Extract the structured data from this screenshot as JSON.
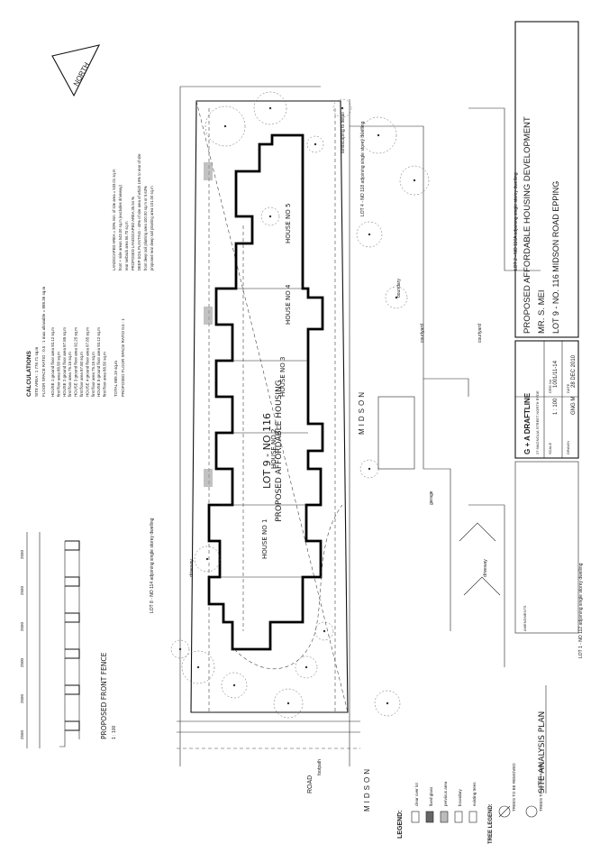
{
  "drawing": {
    "north_label": "NORTH",
    "street_name": "MIDSON",
    "road_label": "ROAD",
    "lot_main": "LOT 9 - NO 116",
    "lot_main_sub": "PROPOSED AFFORDABLE HOUSING",
    "houses": [
      "HOUSE NO 1",
      "HOUSE NO 2",
      "HOUSE NO 3",
      "HOUSE NO 4",
      "HOUSE NO 5"
    ],
    "neighbours": [
      "LOT 8 - NO 114 adjoining single storey dwelling",
      "LOT 4 - NO 118 adjoining single storey dwelling",
      "LOT 2 - NO 116A adjoining single storey dwelling",
      "LOT 1 - NO 112 adjoining single storey dwelling"
    ],
    "notes": [
      "driveway",
      "courtyard",
      "garage",
      "boundary",
      "landscaping to detail",
      "footpath"
    ]
  },
  "calculations": {
    "heading": "CALCULATIONS",
    "site_area": "SITE AREA : 1 776.71 sq.m",
    "floor_space": "FLOOR SPACE RATIO : 0.5 : 1 max allowable = 888.36 sq.m",
    "rows": [
      "HOUSE 1   ground floor area   93.12 sq.m",
      "          first floor area    88.50 sq.m",
      "HOUSE 2   ground floor area   87.85 sq.m",
      "          first floor area    75.15 sq.m",
      "HOUSE 3   ground floor area   92.25 sq.m",
      "          first floor area    87.50 sq.m",
      "HOUSE 4   ground floor area   87.85 sq.m",
      "          first floor area    75.15 sq.m",
      "HOUSE 5   ground floor area   93.12 sq.m",
      "          first floor area    88.50 sq.m"
    ],
    "total": "TOTAL   889.19 sq.m",
    "proposed_fsr": "PROPOSED FLOOR SPACE RATIO   0.5 : 1"
  },
  "landscaping": {
    "rows": [
      "LANDSCAPED AREA = 30% min. of site area = 533.01 sq.m",
      "front + side areas   543.00 sq.m (excludes driveway)",
      "rear setback area    56.70 sq.m",
      "PROPOSED LANDSCAPED AREA   35.54 %",
      "DEEP SOIL PLANTING - 40% of site area of which 15% to rear of site",
      "front deep soil planting area  100.00 sq.m or 5.63%",
      "proposed rear deep soil planting area  101.00 sq.m"
    ]
  },
  "fence_detail": {
    "title": "PROPOSED FRONT FENCE",
    "scale": "1 : 100",
    "dims": [
      "2550",
      "2550",
      "2500",
      "2550",
      "2550",
      "2550"
    ]
  },
  "legend": {
    "heading": "LEGEND:",
    "items": [
      "clear over lot",
      "fixed glass",
      "pervious area",
      "boundary",
      "existing trees"
    ],
    "tree_heading": "TREE LEGEND:",
    "tree_items": [
      "TREES TO BE REMOVED",
      "TREES TO BE RETAINED"
    ]
  },
  "titleblock": {
    "project": "PROPOSED AFFORDABLE HOUSING DEVELOPMENT",
    "client": "MR. S. MEI",
    "address": "LOT 9 - NO. 116 MIDSON ROAD EPPING",
    "firm": "G + A DRAFTLINE",
    "firm_address": "27 MAGNOLIA STREET NORTH RYDE",
    "drawing_title": "SITE ANALYSIS PLAN",
    "drawing_no": "1001/11-14",
    "scale": "1 : 100",
    "drawn": "GNG M",
    "date": "28 DEC 2010",
    "labels": {
      "drawing_no": "DRG No",
      "scale": "SCALE",
      "drawn": "DRAWN",
      "date": "DATE"
    },
    "amendments": "AMENDMENTS"
  }
}
